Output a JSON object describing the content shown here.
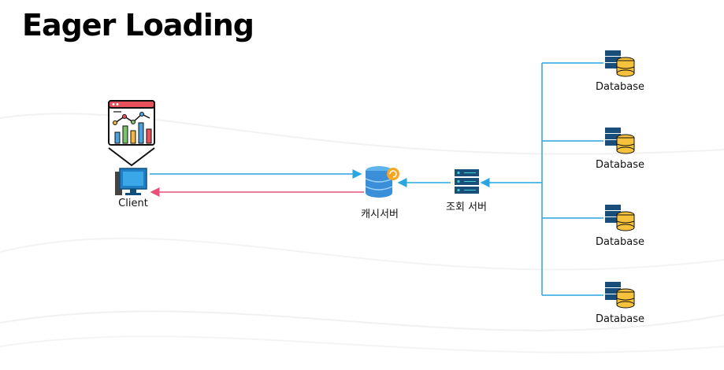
{
  "title": "Eager Loading",
  "nodes": {
    "client": "Client",
    "cache_server": "캐시서버",
    "query_server": "조회 서버",
    "databases": [
      "Database",
      "Database",
      "Database",
      "Database"
    ]
  },
  "colors": {
    "request_arrow": "#2aa6e0",
    "response_arrow": "#e8507a",
    "db_lines": "#2aa6e0"
  }
}
